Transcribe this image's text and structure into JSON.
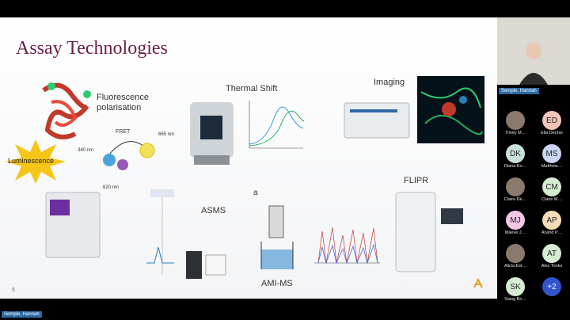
{
  "slide": {
    "title": "Assay Technologies",
    "slide_number": "5",
    "labels": {
      "fluorescence_polarisation": "Fluorescence polarisation",
      "luminescence": "Luminescence",
      "thermal_shift": "Thermal Shift",
      "imaging": "Imaging",
      "asms": "ASMS",
      "ami_ms": "AMI-MS",
      "flipr": "FLIPR",
      "fret": "FRET",
      "wl_340": "340 nm",
      "wl_665": "665 nm",
      "wl_620": "620 nm",
      "panel_a": "a"
    }
  },
  "presenter": {
    "name": "Semple, Hannah"
  },
  "bottom_label": "Semple, Hannah",
  "participants": [
    {
      "initials": "",
      "name": "Trinity M…",
      "photo": true
    },
    {
      "initials": "ED",
      "name": "Ella Dennis",
      "color": "#f2c4b8"
    },
    {
      "initials": "DK",
      "name": "Diana Ko…",
      "color": "#c8e0dc"
    },
    {
      "initials": "MS",
      "name": "Matthew…",
      "color": "#c9d4f0"
    },
    {
      "initials": "",
      "name": "Claire De…",
      "photo": true
    },
    {
      "initials": "CM",
      "name": "Claire M…",
      "color": "#d6ecd2"
    },
    {
      "initials": "MJ",
      "name": "Maeve J…",
      "color": "#f4c6e6"
    },
    {
      "initials": "AP",
      "name": "Arvind P…",
      "color": "#f6dcb8"
    },
    {
      "initials": "",
      "name": "Alicia Est…",
      "photo": true
    },
    {
      "initials": "AT",
      "name": "Alex Tonks",
      "color": "#d6ecd2"
    },
    {
      "initials": "SK",
      "name": "Siang Bo…",
      "color": "#d6ecd2"
    },
    {
      "initials": "+2",
      "name": "",
      "more": true
    }
  ]
}
